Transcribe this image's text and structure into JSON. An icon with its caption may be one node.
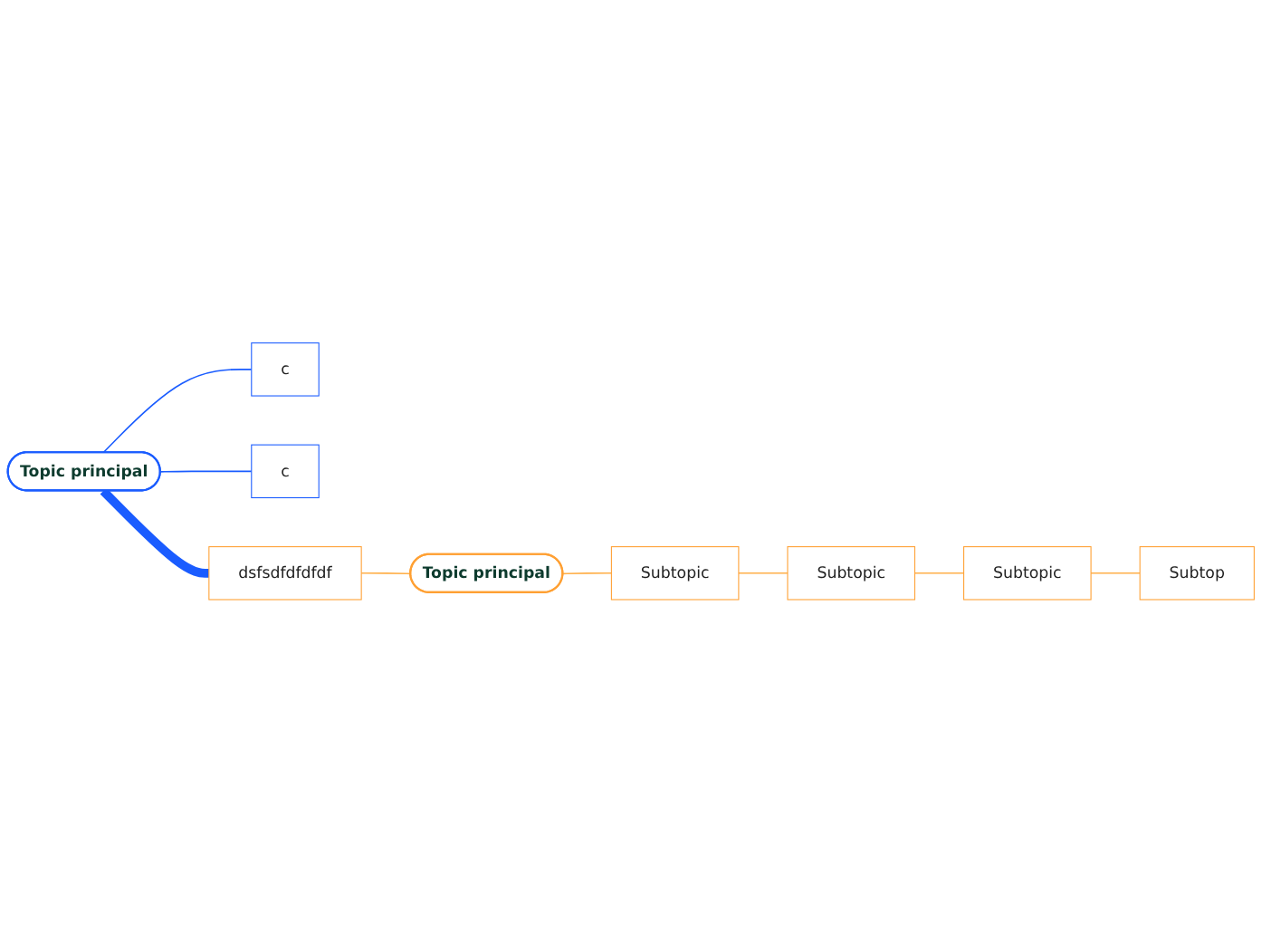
{
  "diagram": {
    "nodes": [
      {
        "text": [
          "Topic principal"
        ]
      },
      {
        "text": [
          "c"
        ]
      },
      {
        "text": [
          "c"
        ]
      },
      {
        "text": [
          "dsfsdfdfdfdf"
        ]
      },
      {
        "text": [
          "Topic principal"
        ]
      },
      {
        "text": [
          "Subtopic"
        ]
      },
      {
        "text": [
          "Subtopic"
        ]
      },
      {
        "text": [
          "Subtopic"
        ]
      },
      {
        "text": [
          "Subtop"
        ]
      }
    ],
    "edges": [
      {
        "from": 0,
        "to": 1,
        "arrow": "none",
        "color": "#1a5cff"
      },
      {
        "from": 0,
        "to": 2,
        "arrow": "none",
        "color": "#1a5cff"
      },
      {
        "from": 0,
        "to": 3,
        "arrow": "none",
        "style": "thick",
        "color": "#1a5cff"
      },
      {
        "from": 3,
        "to": 4,
        "arrow": "none"
      },
      {
        "from": 4,
        "to": 5,
        "arrow": "none"
      },
      {
        "from": 5,
        "to": 6,
        "arrow": "none"
      },
      {
        "from": 6,
        "to": 7,
        "arrow": "none"
      },
      {
        "from": 7,
        "to": 8,
        "arrow": "none"
      }
    ]
  }
}
